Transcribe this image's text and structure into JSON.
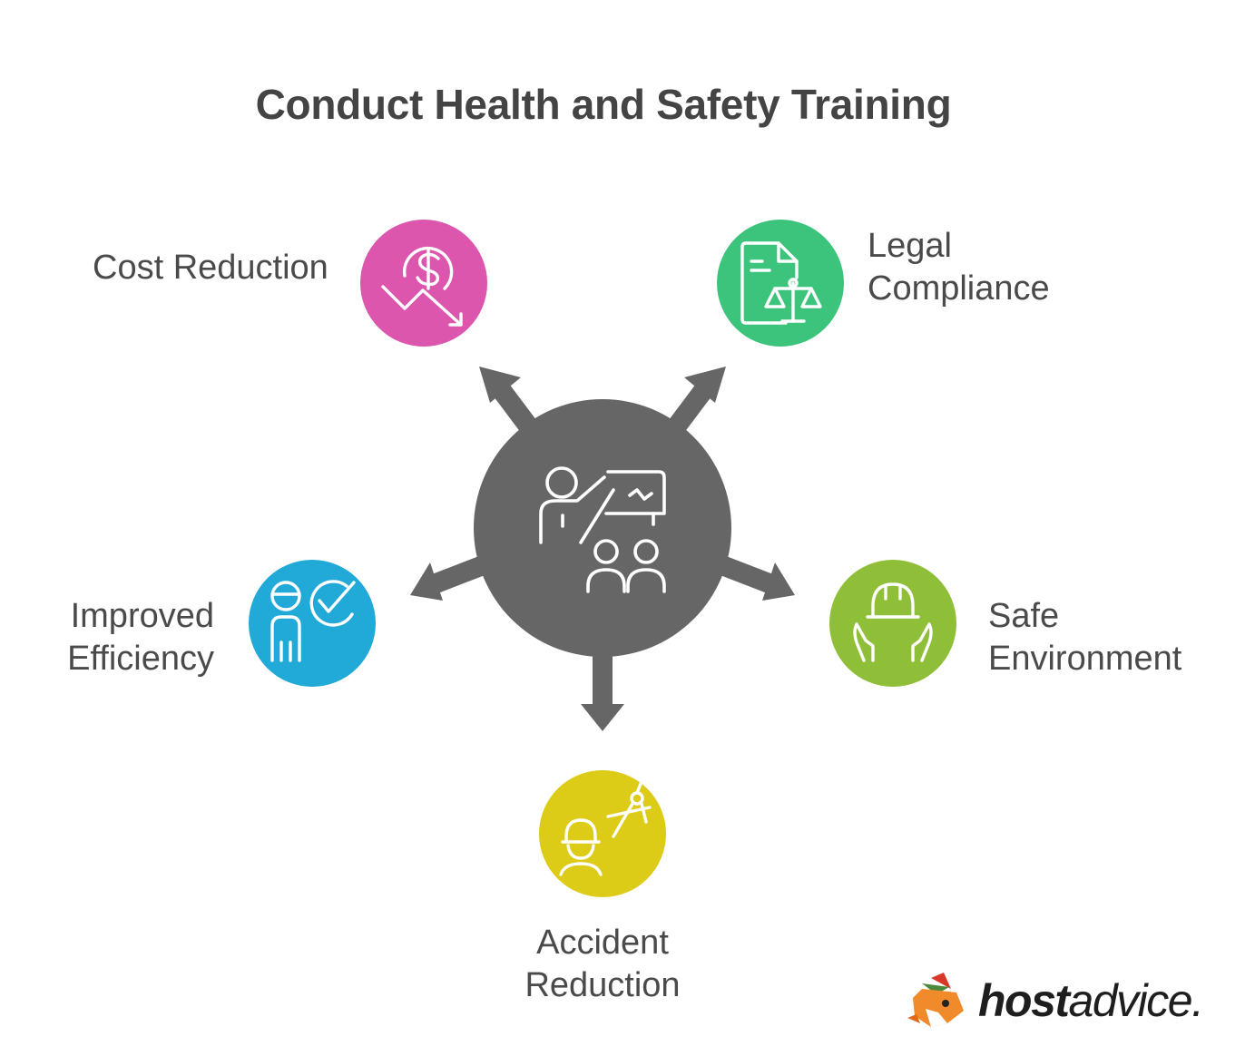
{
  "title": "Conduct Health and Safety Training",
  "hub": {
    "icon": "presenter-audience-icon",
    "color": "#666666"
  },
  "nodes": [
    {
      "id": "cost",
      "label_lines": [
        "Cost Reduction"
      ],
      "icon": "dollar-down-trend-icon",
      "color": "#dd56ad"
    },
    {
      "id": "legal",
      "label_lines": [
        "Legal",
        "Compliance"
      ],
      "icon": "document-scales-icon",
      "color": "#3cc47c"
    },
    {
      "id": "efficiency",
      "label_lines": [
        "Improved",
        "Efficiency"
      ],
      "icon": "worker-check-icon",
      "color": "#21a9d8"
    },
    {
      "id": "safe",
      "label_lines": [
        "Safe",
        "Environment"
      ],
      "icon": "hands-hardhat-icon",
      "color": "#8fbf38"
    },
    {
      "id": "accident",
      "label_lines": [
        "Accident",
        "Reduction"
      ],
      "icon": "worker-compass-icon",
      "color": "#dccb17"
    }
  ],
  "brand": {
    "bold": "host",
    "rest": "advice."
  }
}
